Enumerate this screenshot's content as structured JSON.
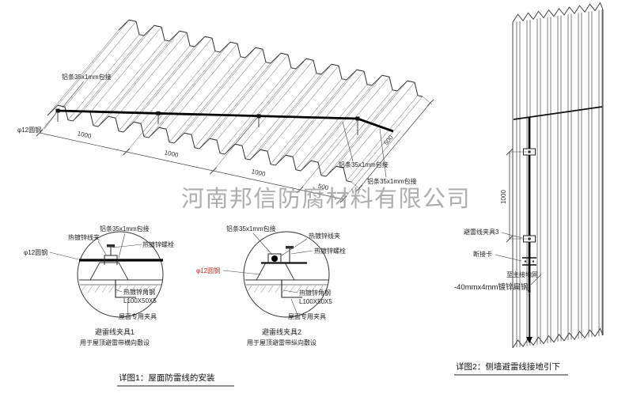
{
  "watermark": "河南邦信防腐材料有限公司",
  "colors": {
    "line": "#3c3c3c",
    "wire": "#000000",
    "watermark_gray": "#9a9a9a",
    "highlight_red": "#c42a21"
  },
  "roof": {
    "label_strip": "铝条35x1mm包接",
    "label_round_steel": "φ12圆钢",
    "dim_1000": "1000",
    "dim_500": "500"
  },
  "detail1": {
    "label_wire_clip": "热镀锌线夹",
    "label_strip": "铝条35x1mm包接",
    "label_bolt": "热镀锌螺栓",
    "label_round_steel": "φ12圆钢",
    "label_angle_steel": "热镀锌角钢",
    "label_angle_size": "L100X50X5",
    "label_roof_fixture": "屋面专用夹具",
    "title": "避雷线夹具1",
    "subtitle": "用于屋顶避雷带横向敷设"
  },
  "detail2": {
    "label_strip": "铝条35x1mm包接",
    "label_wire_clip": "热镀锌线夹",
    "label_bolt": "热镀锌螺栓",
    "label_round_steel": "φ12圆钢",
    "label_angle_steel": "热镀锌角钢",
    "label_angle_size": "L100X50X5",
    "label_roof_fixture": "屋面专用夹具",
    "title": "避雷线夹具2",
    "subtitle": "用于屋顶避雷带纵向敷设"
  },
  "wall": {
    "dim_1000": "1000",
    "label_clamp": "避雷线夹具3",
    "label_disconnect": "断接卡",
    "label_to_ground": "至主接地网",
    "label_flat_steel": "-40mmx4mm镀锌扁钢"
  },
  "captions": {
    "detail1": "详图1：屋面防雷线的安装",
    "detail2": "详图2：侧墙避雷线接地引下"
  }
}
